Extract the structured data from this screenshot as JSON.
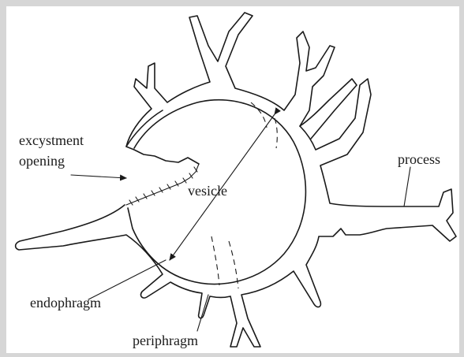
{
  "labels": {
    "excystment_line1": "excystment",
    "excystment_line2": "opening",
    "vesicle": "vesicle",
    "process": "process",
    "endophragm": "endophragm",
    "periphragm": "periphragm"
  }
}
